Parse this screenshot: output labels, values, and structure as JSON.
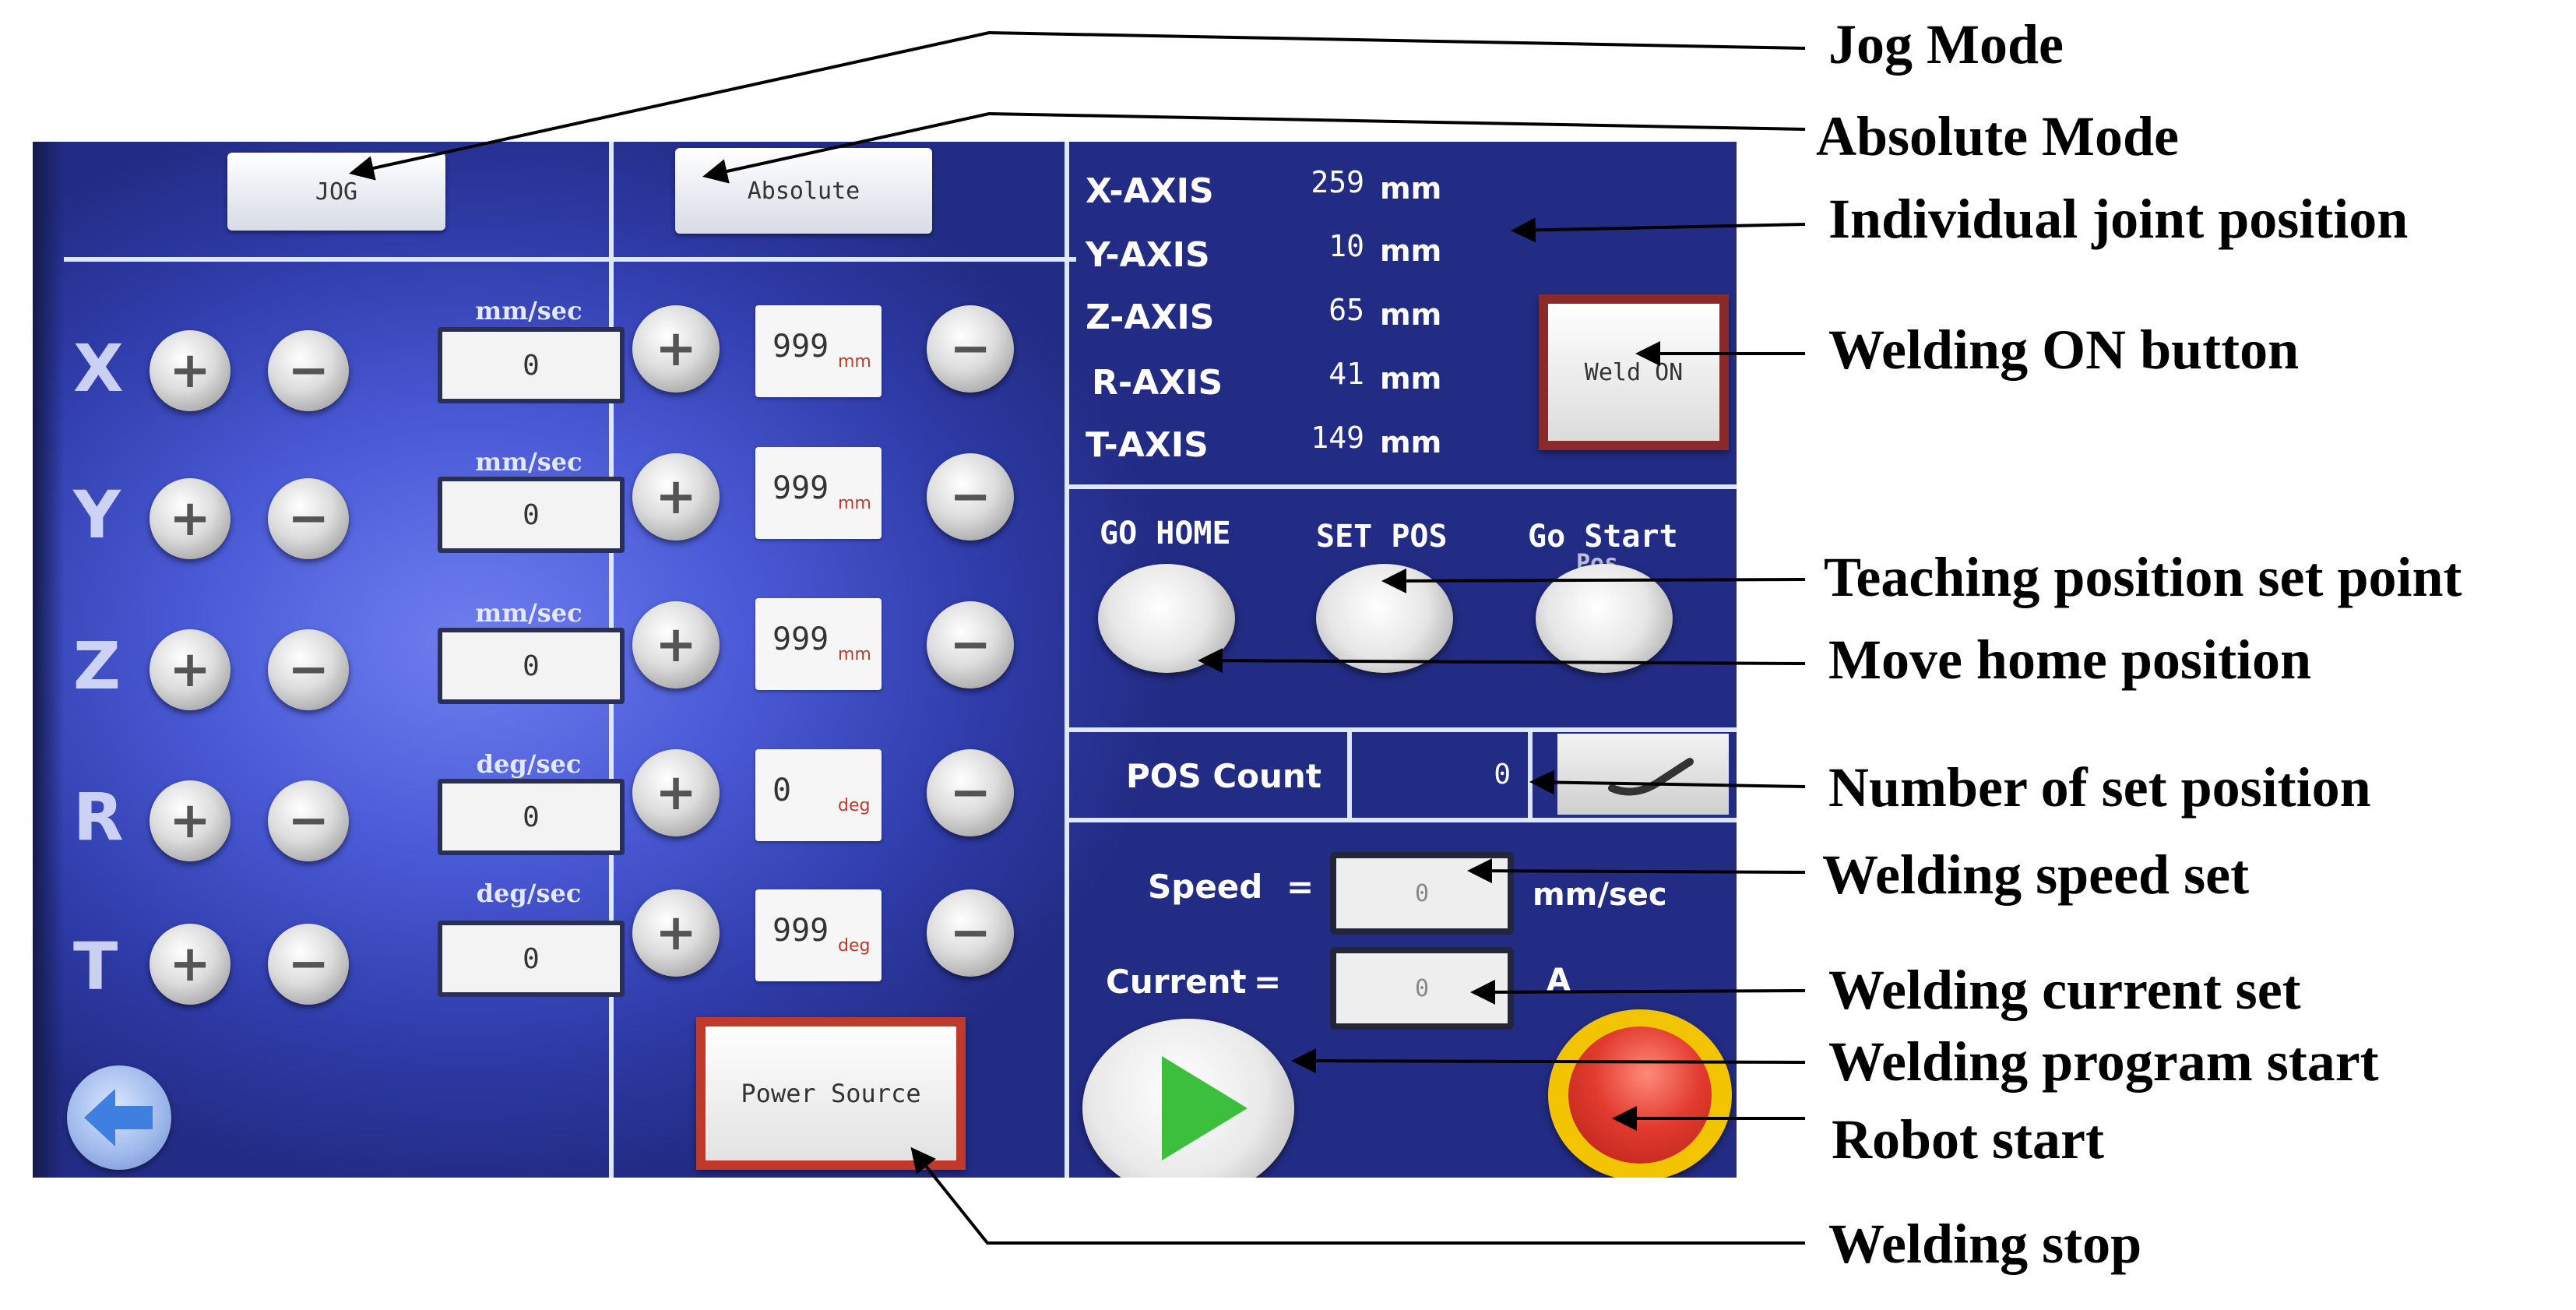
{
  "screen": {
    "mode_jog": "JOG",
    "mode_absolute": "Absolute",
    "velocity_rows": [
      {
        "axis": "X",
        "unit": "mm/sec",
        "value": "0"
      },
      {
        "axis": "Y",
        "unit": "mm/sec",
        "value": "0"
      },
      {
        "axis": "Z",
        "unit": "mm/sec",
        "value": "0"
      },
      {
        "axis": "R",
        "unit": "deg/sec",
        "value": "0"
      },
      {
        "axis": "T",
        "unit": "deg/sec",
        "value": "0"
      }
    ],
    "step_rows": [
      {
        "value": "999",
        "unit": "mm"
      },
      {
        "value": "999",
        "unit": "mm"
      },
      {
        "value": "999",
        "unit": "mm"
      },
      {
        "value": "0",
        "unit": "deg"
      },
      {
        "value": "999",
        "unit": "deg"
      }
    ],
    "plus_symbol": "+",
    "minus_symbol": "−",
    "power_source_label": "Power Source",
    "axis_positions": [
      {
        "label": "X-AXIS",
        "value": "259",
        "unit": "mm"
      },
      {
        "label": "Y-AXIS",
        "value": "10",
        "unit": "mm"
      },
      {
        "label": "Z-AXIS",
        "value": "65",
        "unit": "mm"
      },
      {
        "label": "R-AXIS",
        "value": "41",
        "unit": "mm"
      },
      {
        "label": "T-AXIS",
        "value": "149",
        "unit": "mm"
      }
    ],
    "weld_on_label": "Weld ON",
    "go_home_label": "GO HOME",
    "set_pos_label": "SET POS",
    "go_start_label": "Go Start",
    "go_start_label_2": "Pos",
    "pos_count_label": "POS Count",
    "pos_count_value": "0",
    "speed_label": "Speed",
    "speed_eq": "=",
    "speed_value": "0",
    "speed_unit": "mm/sec",
    "current_label": "Current",
    "current_eq": "=",
    "current_value": "0",
    "current_unit": "A"
  },
  "annotations": {
    "jog_mode": "Jog Mode",
    "absolute_mode": "Absolute Mode",
    "individual_joint_position": "Individual joint position",
    "welding_on_button": "Welding ON button",
    "teaching_position_set_point": "Teaching position set point",
    "move_home_position": "Move home position",
    "number_of_set_position": "Number of set position",
    "welding_speed_set": "Welding speed set",
    "welding_current_set": "Welding current set",
    "welding_program_start": "Welding program start",
    "robot_start": "Robot start",
    "welding_stop": "Welding stop"
  },
  "colors": {
    "screen_blue": "#4a5ad6",
    "play_green": "#3cbf3c",
    "estop_red": "#e23b2e",
    "estop_yellow": "#f2c400",
    "power_border": "#c0392b"
  },
  "icons": [
    "plus-icon",
    "minus-icon",
    "back-arrow-icon",
    "play-icon",
    "emergency-stop-icon",
    "checkmark-icon"
  ]
}
